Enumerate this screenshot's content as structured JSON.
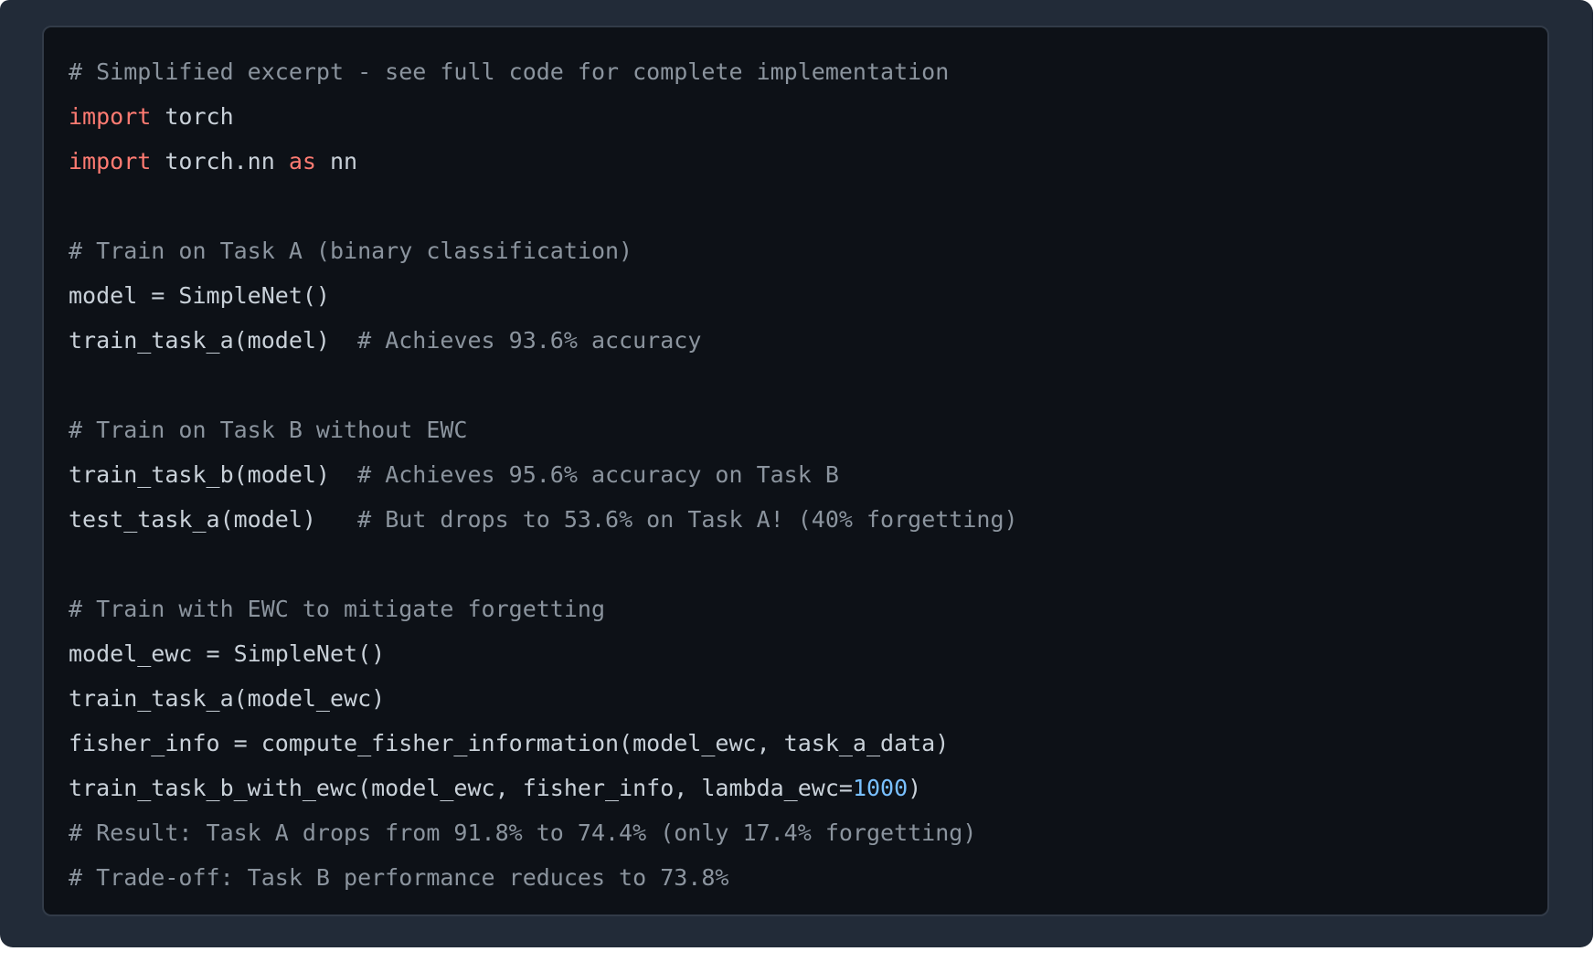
{
  "colors": {
    "page_background": "#ffffff",
    "frame_background": "#222b38",
    "code_background": "#0d1117",
    "code_border": "#323b48",
    "text": "#c9d1d9",
    "comment": "#8b949e",
    "keyword": "#ff7b72",
    "number": "#79c0ff"
  },
  "code": {
    "language": "python",
    "lines": [
      {
        "tokens": [
          {
            "type": "comment",
            "text": "# Simplified excerpt - see full code for complete implementation"
          }
        ]
      },
      {
        "tokens": [
          {
            "type": "kw",
            "text": "import"
          },
          {
            "type": "plain",
            "text": " torch"
          }
        ]
      },
      {
        "tokens": [
          {
            "type": "kw",
            "text": "import"
          },
          {
            "type": "plain",
            "text": " torch.nn "
          },
          {
            "type": "kw",
            "text": "as"
          },
          {
            "type": "plain",
            "text": " nn"
          }
        ]
      },
      {
        "tokens": []
      },
      {
        "tokens": [
          {
            "type": "comment",
            "text": "# Train on Task A (binary classification)"
          }
        ]
      },
      {
        "tokens": [
          {
            "type": "plain",
            "text": "model = SimpleNet()"
          }
        ]
      },
      {
        "tokens": [
          {
            "type": "plain",
            "text": "train_task_a(model)"
          },
          {
            "type": "comment",
            "text": "  # Achieves 93.6% accuracy"
          }
        ]
      },
      {
        "tokens": []
      },
      {
        "tokens": [
          {
            "type": "comment",
            "text": "# Train on Task B without EWC"
          }
        ]
      },
      {
        "tokens": [
          {
            "type": "plain",
            "text": "train_task_b(model)"
          },
          {
            "type": "comment",
            "text": "  # Achieves 95.6% accuracy on Task B"
          }
        ]
      },
      {
        "tokens": [
          {
            "type": "plain",
            "text": "test_task_a(model)"
          },
          {
            "type": "comment",
            "text": "   # But drops to 53.6% on Task A! (40% forgetting)"
          }
        ]
      },
      {
        "tokens": []
      },
      {
        "tokens": [
          {
            "type": "comment",
            "text": "# Train with EWC to mitigate forgetting"
          }
        ]
      },
      {
        "tokens": [
          {
            "type": "plain",
            "text": "model_ewc = SimpleNet()"
          }
        ]
      },
      {
        "tokens": [
          {
            "type": "plain",
            "text": "train_task_a(model_ewc)"
          }
        ]
      },
      {
        "tokens": [
          {
            "type": "plain",
            "text": "fisher_info = compute_fisher_information(model_ewc, task_a_data)"
          }
        ]
      },
      {
        "tokens": [
          {
            "type": "plain",
            "text": "train_task_b_with_ewc(model_ewc, fisher_info, lambda_ewc="
          },
          {
            "type": "num",
            "text": "1000"
          },
          {
            "type": "plain",
            "text": ")"
          }
        ]
      },
      {
        "tokens": [
          {
            "type": "comment",
            "text": "# Result: Task A drops from 91.8% to 74.4% (only 17.4% forgetting)"
          }
        ]
      },
      {
        "tokens": [
          {
            "type": "comment",
            "text": "# Trade-off: Task B performance reduces to 73.8%"
          }
        ]
      }
    ]
  }
}
